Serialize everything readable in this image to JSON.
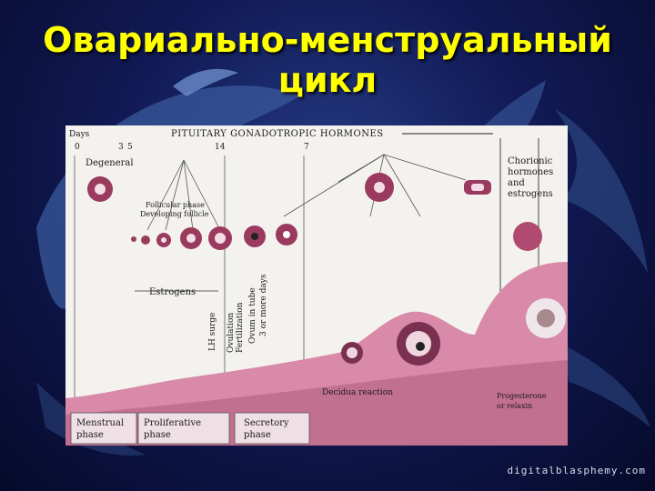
{
  "title": {
    "line1": "Овариально-менструальный",
    "line2": "цикл"
  },
  "credit": "digitalblasphemy.com",
  "diagram": {
    "days_label": "Days",
    "day_ticks": [
      "0",
      "3",
      "5",
      "14",
      "7"
    ],
    "hormones_header": "PITUITARY GONADOTROPIC HORMONES",
    "degeneral": "Degeneral",
    "follicular_phase": "Follicular phase",
    "developing_follicle": "Developing follicle",
    "chorionic": [
      "Chorionic",
      "hormones",
      "and",
      "estrogens"
    ],
    "estrogens": "Estrogens",
    "lh_surge": "LH surge",
    "ovulation": "Ovulation",
    "fertilization": "Fertilization",
    "ovum_in_tube": "Ovum in tube",
    "three_days": "3 or more days",
    "decidua": "Decidua reaction",
    "progesterone": [
      "Progesterone",
      "or relaxin"
    ],
    "phases": {
      "menstrual": [
        "Menstrual",
        "phase"
      ],
      "proliferative": [
        "Proliferative",
        "phase"
      ],
      "secretory": [
        "Secretory",
        "phase"
      ]
    }
  },
  "colors": {
    "title": "#ffff00",
    "tissue": "#d98aa8",
    "tissue_dark": "#7a3050",
    "follicle": "#9a3a5e"
  }
}
